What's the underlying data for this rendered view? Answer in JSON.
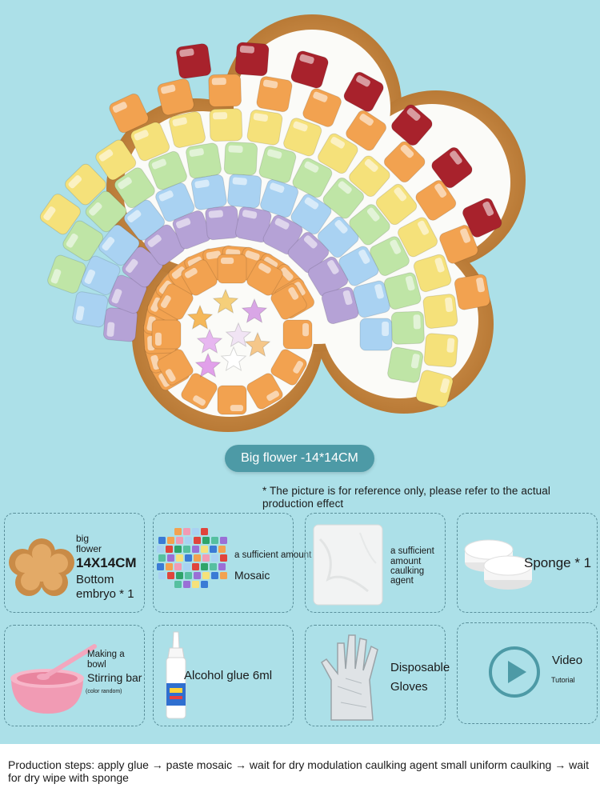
{
  "product_title": "Big flower -14*14CM",
  "reference_note": "* The picture is for reference only, please refer to the actual production effect",
  "components": [
    {
      "line1": "big",
      "line2": "flower",
      "size": "14X14CM",
      "name": "Bottom",
      "qty": "embryo * 1"
    },
    {
      "amount": "a sufficient amount",
      "name": "Mosaic"
    },
    {
      "line1": "a sufficient",
      "line2": "amount",
      "line3": "caulking",
      "line4": "agent"
    },
    {
      "name": "Sponge * 1"
    },
    {
      "line1": "Making a",
      "line2": "bowl",
      "name": "Stirring bar",
      "note": "(color random)"
    },
    {
      "name": "Alcohol glue 6ml"
    },
    {
      "line1": "Disposable",
      "line2": "Gloves"
    },
    {
      "name": "Video",
      "sub": "Tutorial"
    }
  ],
  "production_steps": "Production steps: apply glue → paste mosaic → wait for dry modulation caulking agent small uniform caulking → wait for dry wipe with sponge",
  "colors": {
    "background": "#ace0e8",
    "pill": "#4d9aa6",
    "card_border": "#5a8f9a",
    "wood": "#c88a45",
    "red_tile": "#a8222c",
    "orange_tile": "#f2a250",
    "yellow_tile": "#f5e17a",
    "green_tile": "#bfe5a6",
    "blue_tile": "#a9d2f2",
    "purple_tile": "#b5a2d6",
    "play_icon": "#4d9aa6"
  }
}
